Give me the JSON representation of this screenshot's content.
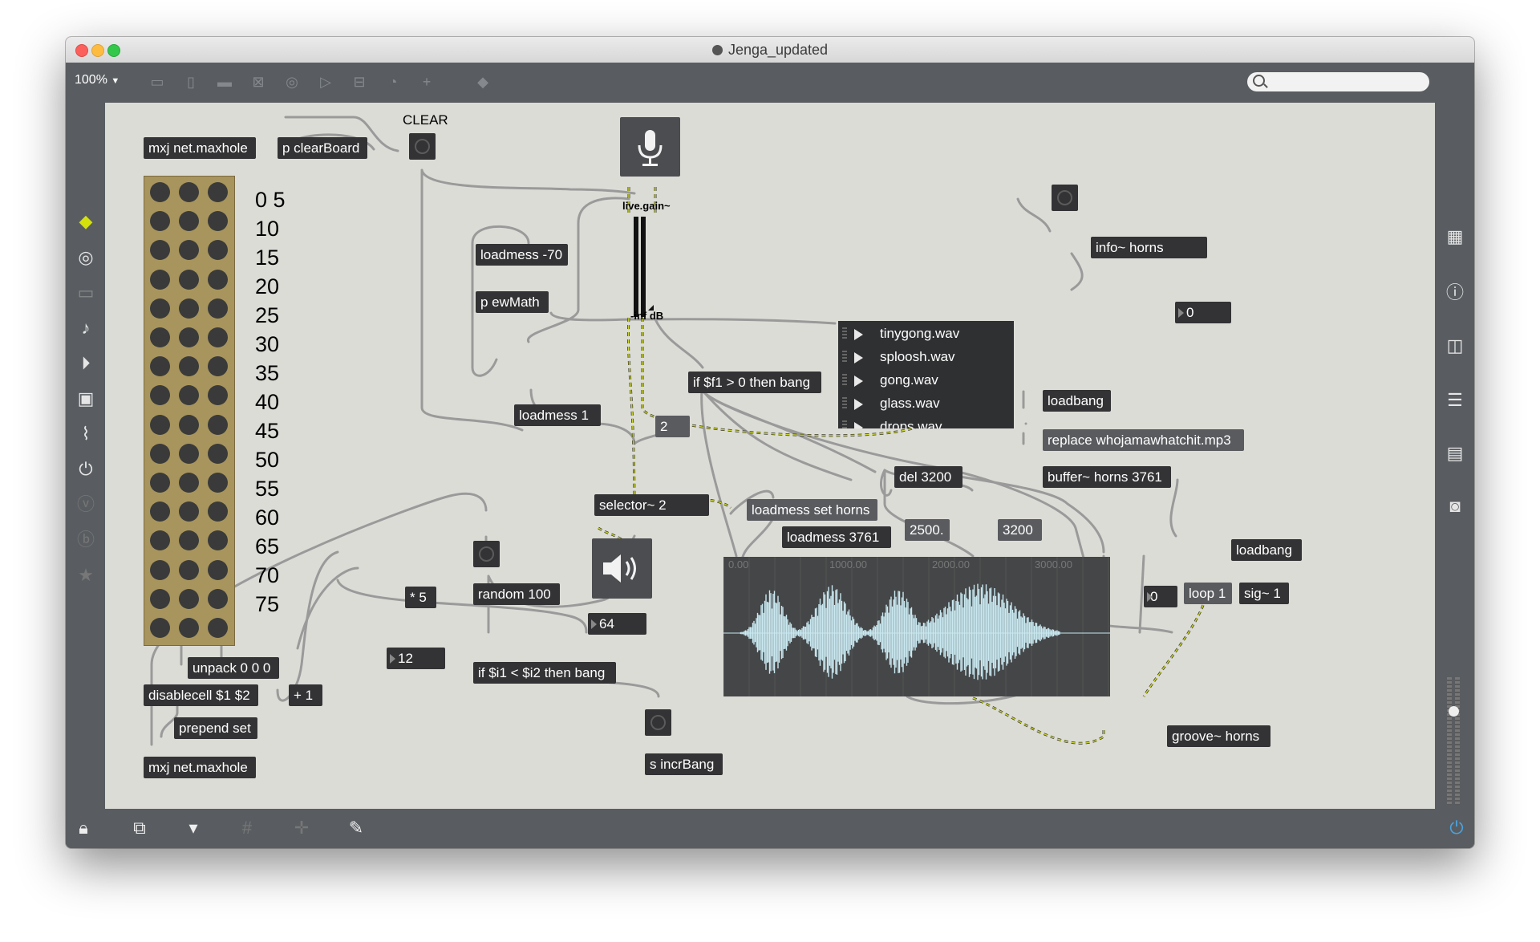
{
  "window": {
    "title": "Jenga_updated",
    "traffic_lights": {
      "close": "#fc605c",
      "minimize": "#fdbc40",
      "zoom": "#34c84a"
    }
  },
  "toolbar": {
    "zoom": "100%",
    "search": {
      "value": "",
      "placeholder": ""
    }
  },
  "colors": {
    "chrome": "#595d61",
    "canvas": "#dcdcd7",
    "object": "#333335",
    "message": "#595b5f",
    "matrix": "#a8955d",
    "accent_yellow": "#d4e10a",
    "power_blue": "#4aa3df"
  },
  "left_sidebar_icons": [
    "cube-icon",
    "target-icon",
    "console-icon",
    "note-icon",
    "play-step-icon",
    "image-icon",
    "paperclip-icon",
    "plug-icon",
    "vimeo-icon",
    "bold-b-icon",
    "star-icon"
  ],
  "right_sidebar_icons": [
    "grid-icon",
    "info-icon",
    "split-view-icon",
    "list-icon",
    "book-icon",
    "camera-icon"
  ],
  "bottom_bar_icons": [
    "lock-icon",
    "windows-icon",
    "presentation-icon",
    "grid-icon",
    "add-object-icon",
    "wrench-icon",
    "power-icon"
  ],
  "canvas": {
    "clear_label": "CLEAR",
    "live_gain_label": "live.gain~",
    "gain_readout": "-inf dB",
    "scale": [
      "0 5",
      "10",
      "15",
      "20",
      "25",
      "30",
      "35",
      "40",
      "45",
      "50",
      "55",
      "60",
      "65",
      "70",
      "75"
    ],
    "objects": {
      "mxj_top": "mxj net.maxhole",
      "clearboard": "p clearBoard",
      "loadmess_70": "loadmess -70",
      "ewmath": "p ewMath",
      "loadmess_1": "loadmess 1",
      "if_f1": "if $f1 > 0 then bang",
      "num_2": "2",
      "selector": "selector~ 2",
      "del": "del 3200",
      "loadmess_set": "loadmess set horns",
      "loadmess_3761": "loadmess 3761",
      "msg_2500": "2500.",
      "msg_3200": "3200",
      "info_horns": "info~ horns",
      "num_0_info": "0",
      "loadbang_1": "loadbang",
      "replace_msg": "replace whojamawhatchit.mp3",
      "buffer": "buffer~ horns 3761",
      "loadbang_2": "loadbang",
      "num_0_loop": "0",
      "loop_1": "loop 1",
      "sig_1": "sig~ 1",
      "groove": "groove~ horns",
      "random": "random 100",
      "num_64": "64",
      "times_5": "* 5",
      "num_12": "12",
      "if_i1": "if $i1 < $i2 then bang",
      "s_incr": "s incrBang",
      "unpack": "unpack 0 0 0",
      "disablecell": "disablecell $1 $2",
      "plus_1": "+ 1",
      "prepend": "prepend set",
      "mxj_bottom": "mxj net.maxhole"
    },
    "playlist": [
      "tinygong.wav",
      "sploosh.wav",
      "gong.wav",
      "glass.wav",
      "drops.wav"
    ],
    "waveform_ruler": [
      "0.00",
      "1000.00",
      "2000.00",
      "3000.00"
    ]
  }
}
